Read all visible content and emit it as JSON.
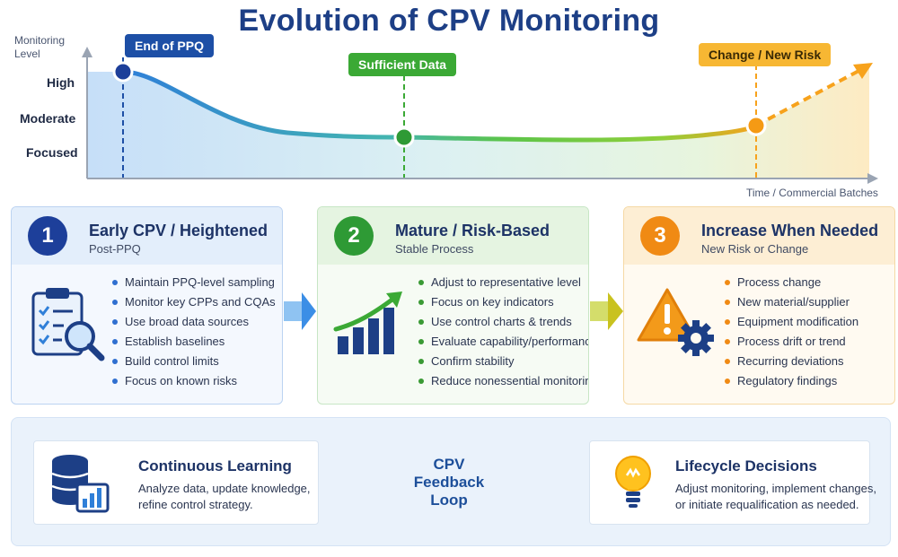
{
  "title": "Evolution of CPV Monitoring",
  "chart": {
    "y_axis_label_line1": "Monitoring",
    "y_axis_label_line2": "Level",
    "x_axis_label": "Time / Commercial Batches",
    "levels": [
      "High",
      "Moderate",
      "Focused"
    ],
    "markers": [
      {
        "label": "End of PPQ",
        "color": "#1d4fa6"
      },
      {
        "label": "Sufficient Data",
        "color": "#3ba935"
      },
      {
        "label": "Change / New Risk",
        "color": "#f7b733"
      }
    ]
  },
  "stages": [
    {
      "number": "1",
      "title": "Early CPV / Heightened",
      "subtitle": "Post-PPQ",
      "icon": "clipboard-magnifier-icon",
      "items": [
        "Maintain PPQ-level sampling",
        "Monitor key CPPs and CQAs",
        "Use broad data sources",
        "Establish baselines",
        "Build control limits",
        "Focus on known risks"
      ]
    },
    {
      "number": "2",
      "title": "Mature / Risk-Based",
      "subtitle": "Stable Process",
      "icon": "rising-bar-chart-icon",
      "items": [
        "Adjust to representative level",
        "Focus on key indicators",
        "Use control charts & trends",
        "Evaluate capability/performance",
        "Confirm stability",
        "Reduce nonessential monitoring"
      ]
    },
    {
      "number": "3",
      "title": "Increase When Needed",
      "subtitle": "New Risk or Change",
      "icon": "warning-gear-icon",
      "items": [
        "Process change",
        "New material/supplier",
        "Equipment modification",
        "Process drift or trend",
        "Recurring deviations",
        "Regulatory findings"
      ]
    }
  ],
  "bottom": {
    "left": {
      "title": "Continuous Learning",
      "line1": "Analyze data, update knowledge,",
      "line2": "refine control strategy.",
      "icon": "database-chart-icon"
    },
    "loop": {
      "line1": "CPV",
      "line2": "Feedback",
      "line3": "Loop"
    },
    "right": {
      "title": "Lifecycle Decisions",
      "line1": "Adjust monitoring, implement changes,",
      "line2": "or initiate requalification as needed.",
      "icon": "lightbulb-icon"
    }
  },
  "colors": {
    "navy": "#1d3f86",
    "blue": "#2f7fd8",
    "green": "#3ba935",
    "orange": "#f7a21c"
  }
}
